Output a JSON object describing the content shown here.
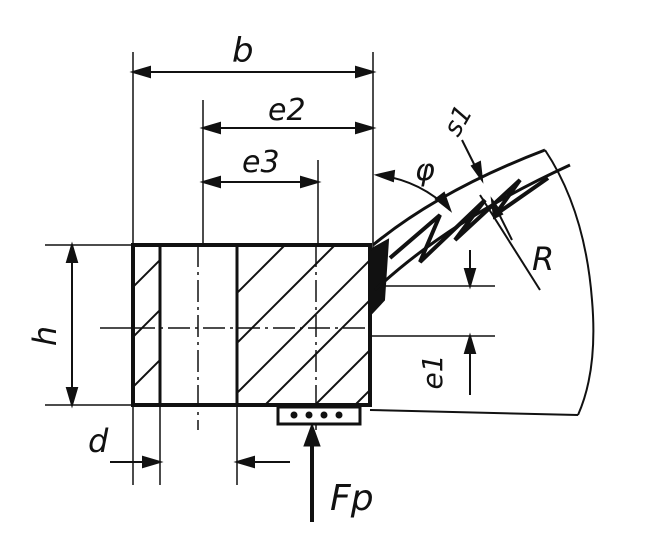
{
  "figure": {
    "labels": {
      "b": "b",
      "e2": "e2",
      "e3": "e3",
      "e1": "e1",
      "h": "h",
      "d": "d",
      "phi": "φ",
      "s1": "s1",
      "R": "R",
      "force": "Fp"
    }
  },
  "colors": {
    "ink": "#111111",
    "paper": "#ffffff"
  }
}
